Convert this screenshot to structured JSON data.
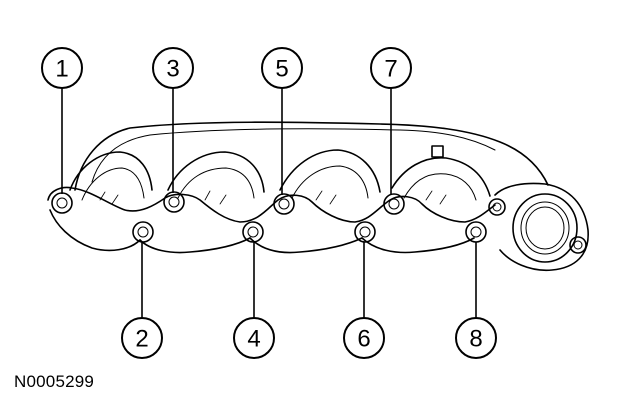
{
  "figure": {
    "reference_code": "N0005299",
    "callouts": [
      {
        "number": "1",
        "row": "top"
      },
      {
        "number": "2",
        "row": "bottom"
      },
      {
        "number": "3",
        "row": "top"
      },
      {
        "number": "4",
        "row": "bottom"
      },
      {
        "number": "5",
        "row": "top"
      },
      {
        "number": "6",
        "row": "bottom"
      },
      {
        "number": "7",
        "row": "top"
      },
      {
        "number": "8",
        "row": "bottom"
      }
    ]
  }
}
